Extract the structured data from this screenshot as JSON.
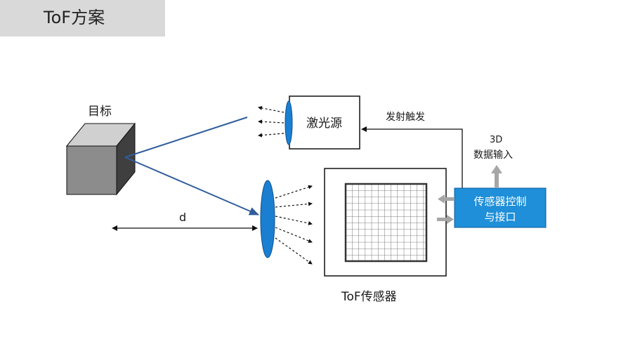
{
  "header": {
    "title": "ToF方案"
  },
  "diagram": {
    "target_label": "目标",
    "laser_label": "激光源",
    "trigger_label": "发射触发",
    "data_input_label_line1": "3D",
    "data_input_label_line2": "数据输入",
    "controller_label_line1": "传感器控制",
    "controller_label_line2": "与接口",
    "sensor_label": "ToF传感器",
    "distance_label": "d"
  },
  "colors": {
    "ray": "#2f5d9c",
    "lens": "#1b7fd1",
    "controller_fill": "#1e8fd8",
    "arrow_gray": "#a6a6a6"
  }
}
